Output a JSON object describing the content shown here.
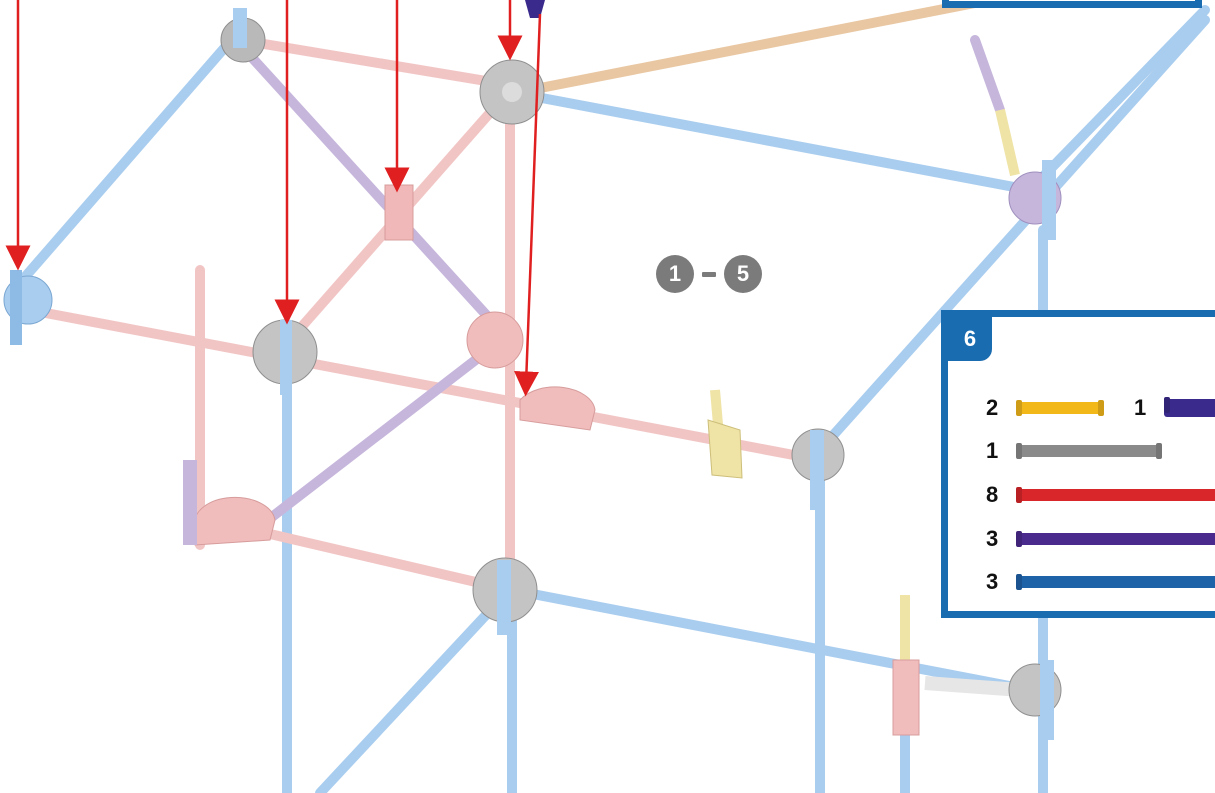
{
  "step_range": {
    "start": "1",
    "end": "5"
  },
  "parts_box": {
    "step": "6",
    "parts": [
      {
        "qty": "2",
        "rod": "yellow-rod",
        "color": "#f2b81a"
      },
      {
        "qty": "1",
        "rod": "purple-connector-rod",
        "color": "#3a2a8c"
      },
      {
        "qty": "1",
        "rod": "gray-rod",
        "color": "#8a8a8a"
      },
      {
        "qty": "8",
        "rod": "red-rod",
        "color": "#d9262a"
      },
      {
        "qty": "3",
        "rod": "purple-rod",
        "color": "#4b2a8e"
      },
      {
        "qty": "3",
        "rod": "blue-rod",
        "color": "#1e62a8"
      }
    ]
  },
  "colors": {
    "accent": "#1a6cb0",
    "arrow": "#e02020",
    "light_blue_rod": "#a9cdef",
    "light_pink_rod": "#f2c5c5",
    "light_purple_rod": "#c6b6dc",
    "gray_connector": "#b9b9b9"
  }
}
